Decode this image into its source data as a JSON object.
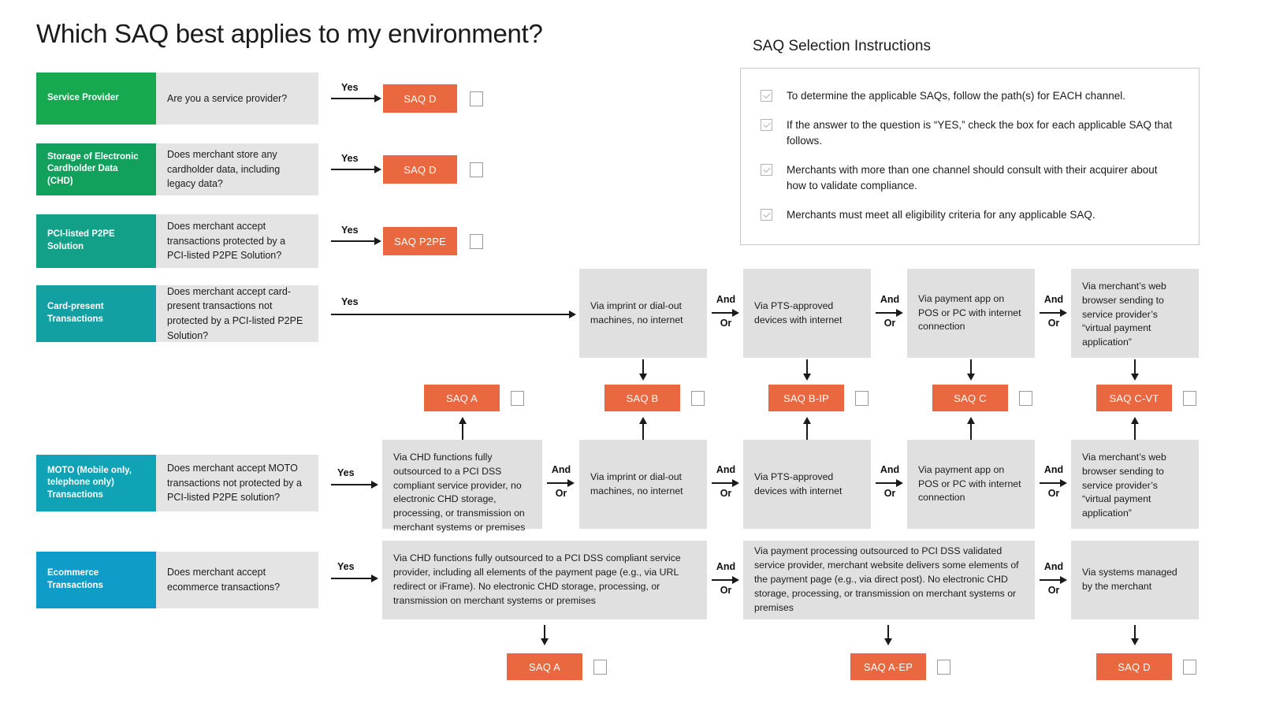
{
  "page": {
    "title": "Which SAQ best applies to my environment?"
  },
  "instructions": {
    "title": "SAQ Selection Instructions",
    "items": [
      "To determine the applicable SAQs, follow the path(s) for EACH channel.",
      "If the answer to the question is “YES,” check the box for each applicable SAQ that follows.",
      "Merchants with more than one channel should consult with their acquirer about how to validate compliance.",
      "Merchants must meet all eligibility criteria for any applicable SAQ."
    ]
  },
  "labels": {
    "yes": "Yes",
    "and": "And",
    "or": "Or"
  },
  "colors": {
    "saq_orange": "#e9683f",
    "grey_box": "#e0e0e0",
    "question_grey": "#e4e4e4",
    "row_green": "#16a94f",
    "row_green2": "#12a05d",
    "row_teal1": "#13a089",
    "row_teal2": "#12a0a3",
    "row_teal3": "#10a3b5",
    "row_blue": "#109cc8"
  },
  "rows": [
    {
      "id": "service-provider",
      "label": "Service Provider",
      "question": "Are you a service provider?",
      "color": "#16a94f"
    },
    {
      "id": "chd-storage",
      "label": "Storage of Electronic Cardholder Data (CHD)",
      "question": "Does merchant store any cardholder data, including legacy data?",
      "color": "#12a05d"
    },
    {
      "id": "p2pe",
      "label": "PCI-listed P2PE Solution",
      "question": "Does merchant accept transactions protected by a PCI-listed P2PE Solution?",
      "color": "#13a089"
    },
    {
      "id": "card-present",
      "label": "Card-present Transactions",
      "question": "Does merchant accept card-present transactions not protected by a PCI-listed P2PE Solution?",
      "color": "#12a0a3"
    },
    {
      "id": "moto",
      "label": "MOTO (Mobile only, telephone only) Transactions",
      "question": "Does merchant accept MOTO transactions not protected by a PCI-listed P2PE solution?",
      "color": "#10a3b5"
    },
    {
      "id": "ecommerce",
      "label": "Ecommerce Transactions",
      "question": "Does merchant accept ecommerce transactions?",
      "color": "#109cc8"
    }
  ],
  "direct_saqs": [
    {
      "id": "sp-saq-d",
      "label": "SAQ D"
    },
    {
      "id": "chd-saq-d",
      "label": "SAQ D"
    },
    {
      "id": "p2pe-saq",
      "label": "SAQ P2PE"
    }
  ],
  "card_present_channels": [
    "Via imprint or dial-out machines, no internet",
    "Via PTS-approved devices with internet",
    "Via payment app on POS or PC with internet connection",
    "Via merchant’s web browser sending to service provider’s “virtual payment application”"
  ],
  "moto_channels": [
    "Via CHD functions fully outsourced to a PCI DSS compliant service provider, no electronic CHD storage, processing, or transmission on merchant systems or premises",
    "Via imprint or dial-out machines, no internet",
    "Via PTS-approved devices with internet",
    "Via payment app on POS or PC with internet connection",
    "Via merchant’s web browser sending to service provider’s “virtual payment application”"
  ],
  "middle_saqs": [
    {
      "id": "saq-a",
      "label": "SAQ A"
    },
    {
      "id": "saq-b",
      "label": "SAQ B"
    },
    {
      "id": "saq-b-ip",
      "label": "SAQ B-IP"
    },
    {
      "id": "saq-c",
      "label": "SAQ C"
    },
    {
      "id": "saq-c-vt",
      "label": "SAQ C-VT"
    }
  ],
  "ecommerce_channels": [
    "Via CHD functions fully outsourced to a PCI DSS compliant service provider, including all elements of the payment page (e.g., via URL redirect or iFrame). No electronic CHD storage, processing, or transmission on merchant systems or premises",
    "Via payment processing outsourced to PCI DSS validated service provider, merchant website delivers some elements of the payment page (e.g., via direct post). No electronic CHD storage, processing, or transmission on merchant systems or premises",
    "Via systems managed by the merchant"
  ],
  "bottom_saqs": [
    {
      "id": "ecom-saq-a",
      "label": "SAQ A"
    },
    {
      "id": "ecom-saq-a-ep",
      "label": "SAQ A-EP"
    },
    {
      "id": "ecom-saq-d",
      "label": "SAQ D"
    }
  ]
}
